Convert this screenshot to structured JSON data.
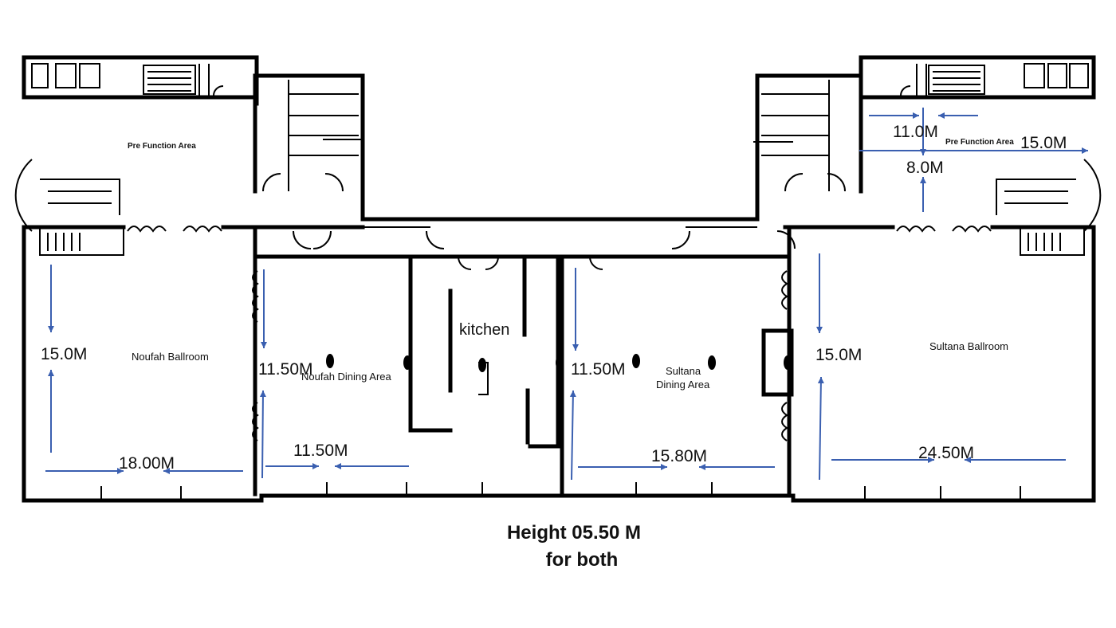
{
  "rooms": {
    "pre_function_left": "Pre Function Area",
    "pre_function_right": "Pre Function Area",
    "noufah_ballroom": "Noufah Ballroom",
    "noufah_dining": "Noufah Dining Area",
    "kitchen": "kitchen",
    "sultana_dining_line1": "Sultana",
    "sultana_dining_line2": "Dining Area",
    "sultana_ballroom": "Sultana Ballroom"
  },
  "dimensions": {
    "noufah_height": "15.0M",
    "noufah_width": "18.00M",
    "noufah_dining_height": "11.50M",
    "noufah_dining_width": "11.50M",
    "sultana_dining_height": "11.50M",
    "sultana_dining_width": "15.80M",
    "sultana_height": "15.0M",
    "sultana_width": "24.50M",
    "prefunction_right_depth": "11.0M",
    "prefunction_right_width": "15.0M",
    "prefunction_right_height": "8.0M"
  },
  "caption": {
    "line1": "Height 05.50 M",
    "line2": "for both"
  },
  "colors": {
    "arrow": "#3a5fb0",
    "walls": "#000000"
  }
}
